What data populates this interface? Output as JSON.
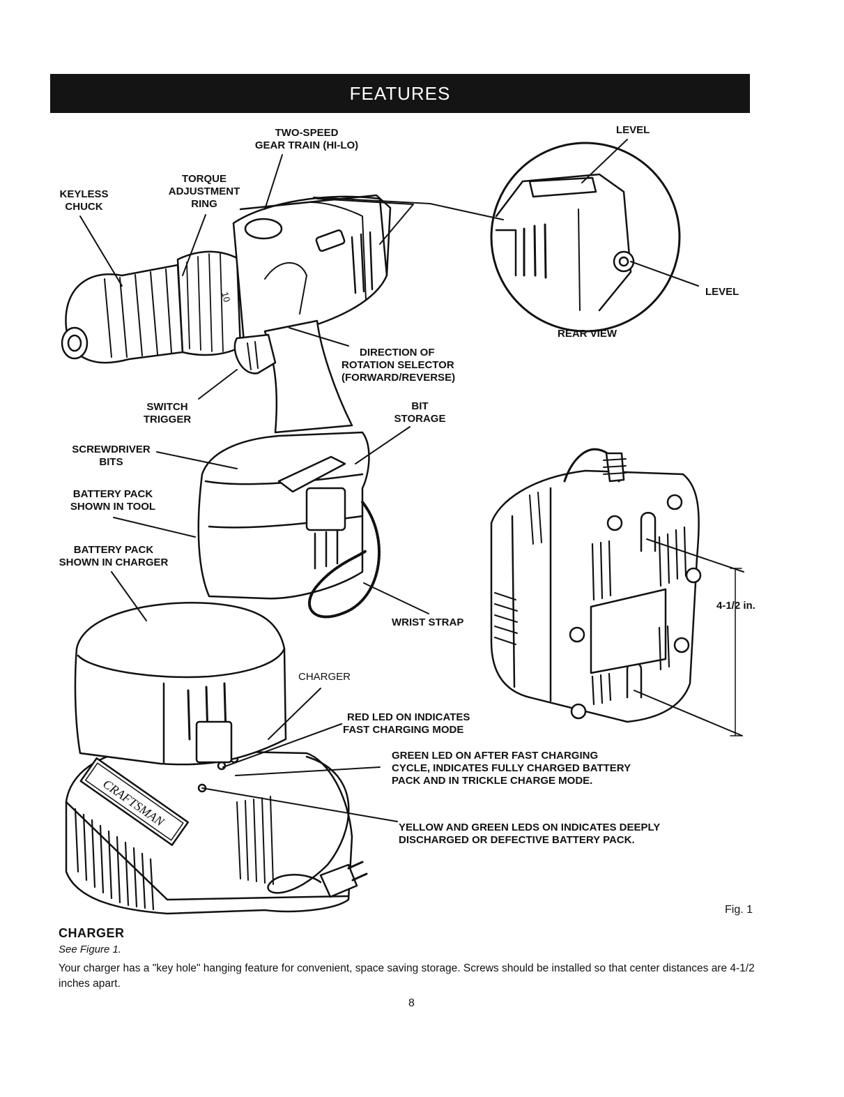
{
  "header": {
    "title": "FEATURES"
  },
  "labels": {
    "two_speed": [
      "TWO-SPEED",
      "GEAR TRAIN (HI-LO)"
    ],
    "level_top": "LEVEL",
    "keyless_chuck": [
      "KEYLESS",
      "CHUCK"
    ],
    "torque_ring": [
      "TORQUE",
      "ADJUSTMENT",
      "RING"
    ],
    "level_side": "LEVEL",
    "rear_view": "REAR VIEW",
    "direction_selector": [
      "DIRECTION OF",
      "ROTATION SELECTOR",
      "(FORWARD/REVERSE)"
    ],
    "switch_trigger": [
      "SWITCH",
      "TRIGGER"
    ],
    "bit_storage": [
      "BIT",
      "STORAGE"
    ],
    "screwdriver_bits": [
      "SCREWDRIVER",
      "BITS"
    ],
    "battery_in_tool": [
      "BATTERY PACK",
      "SHOWN IN TOOL"
    ],
    "battery_in_charger": [
      "BATTERY PACK",
      "SHOWN IN CHARGER"
    ],
    "dimension": "4-1/2 in.",
    "wrist_strap": "WRIST STRAP",
    "charger": "CHARGER",
    "red_led": [
      "RED LED ON INDICATES",
      "FAST CHARGING MODE"
    ],
    "green_led": [
      "GREEN LED ON AFTER FAST CHARGING",
      "CYCLE, INDICATES FULLY CHARGED BATTERY",
      "PACK AND IN TRICKLE CHARGE MODE."
    ],
    "yellow_green_led": [
      "YELLOW AND GREEN LEDS ON INDICATES DEEPLY",
      "DISCHARGED OR DEFECTIVE BATTERY PACK."
    ],
    "brand": "CRAFTSMAN"
  },
  "figure_number": "Fig. 1",
  "section": {
    "title": "CHARGER",
    "see_figure": "See Figure 1.",
    "body": "Your charger has a \"key hole\" hanging feature for convenient, space saving storage. Screws should be installed so that center distances are 4-1/2 inches apart."
  },
  "page_number": "8"
}
